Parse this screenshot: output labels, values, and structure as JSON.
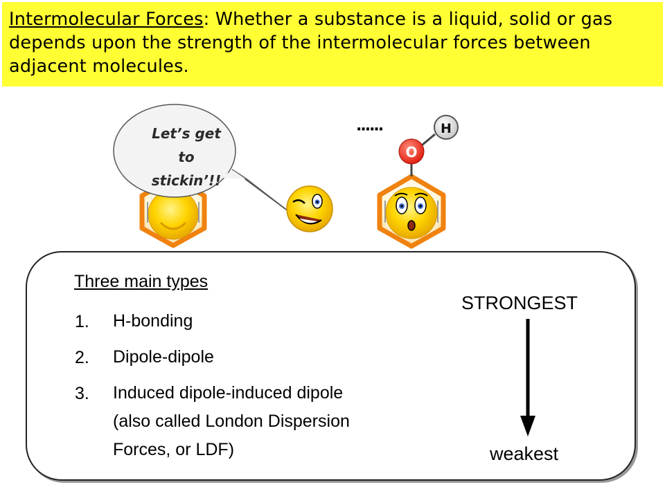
{
  "header": {
    "term": "Intermolecular Forces",
    "text": ": Whether a substance is a liquid, solid or gas depends upon the strength of the intermolecular forces between adjacent molecules."
  },
  "bubble": {
    "lines": [
      "Let’s get",
      "to",
      "stickin’!!"
    ]
  },
  "molecule": {
    "atom_o": "O",
    "atom_h": "H",
    "dots": "······"
  },
  "types": {
    "title": "Three main types",
    "items": [
      {
        "num": "1.",
        "lines": [
          "H-bonding"
        ]
      },
      {
        "num": "2.",
        "lines": [
          "Dipole-dipole"
        ]
      },
      {
        "num": "3.",
        "lines": [
          "Induced dipole-induced dipole",
          "(also called London Dispersion",
          "Forces, or LDF)"
        ]
      }
    ]
  },
  "scale": {
    "top": "STRONGEST",
    "bottom": "weakest"
  },
  "colors": {
    "banner": "#ffff33",
    "ring": "#f0820f",
    "face": "#ffd400",
    "atom_o": "#ff3b2f"
  }
}
